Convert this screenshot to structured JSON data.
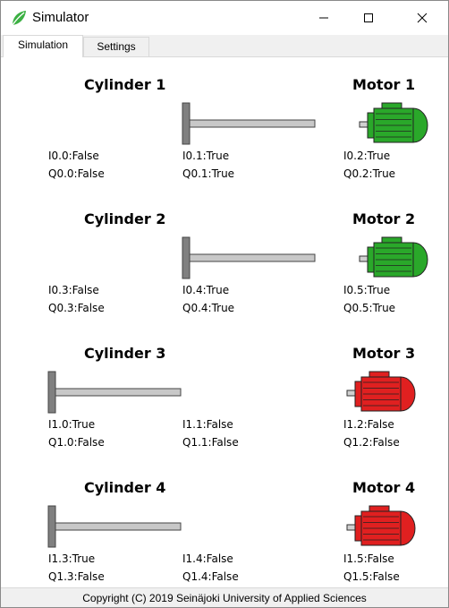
{
  "window": {
    "title": "Simulator",
    "app_icon": "leaf-icon",
    "controls": [
      "minimize-icon",
      "maximize-icon",
      "close-icon"
    ]
  },
  "tabs": [
    {
      "label": "Simulation",
      "active": true
    },
    {
      "label": "Settings",
      "active": false
    }
  ],
  "colors": {
    "motor_on": "#2aa82a",
    "motor_off": "#e02020",
    "cylinder_head": "#808080",
    "cylinder_rod": "#c8c8c8"
  },
  "rows": [
    {
      "cylinder": "Cylinder 1",
      "motor": "Motor 1",
      "cylinder_state": "retracted",
      "motor_state": "on",
      "io": {
        "a1": "I0.0:False",
        "a2": "Q0.0:False",
        "b1": "I0.1:True",
        "b2": "Q0.1:True",
        "c1": "I0.2:True",
        "c2": "Q0.2:True"
      }
    },
    {
      "cylinder": "Cylinder 2",
      "motor": "Motor 2",
      "cylinder_state": "retracted",
      "motor_state": "on",
      "io": {
        "a1": "I0.3:False",
        "a2": "Q0.3:False",
        "b1": "I0.4:True",
        "b2": "Q0.4:True",
        "c1": "I0.5:True",
        "c2": "Q0.5:True"
      }
    },
    {
      "cylinder": "Cylinder 3",
      "motor": "Motor 3",
      "cylinder_state": "extended",
      "motor_state": "off",
      "io": {
        "a1": "I1.0:True",
        "a2": "Q1.0:False",
        "b1": "I1.1:False",
        "b2": "Q1.1:False",
        "c1": "I1.2:False",
        "c2": "Q1.2:False"
      }
    },
    {
      "cylinder": "Cylinder 4",
      "motor": "Motor 4",
      "cylinder_state": "extended",
      "motor_state": "off",
      "io": {
        "a1": "I1.3:True",
        "a2": "Q1.3:False",
        "b1": "I1.4:False",
        "b2": "Q1.4:False",
        "c1": "I1.5:False",
        "c2": "Q1.5:False"
      }
    }
  ],
  "footer": "Copyright (C) 2019 Seinäjoki University of Applied Sciences"
}
